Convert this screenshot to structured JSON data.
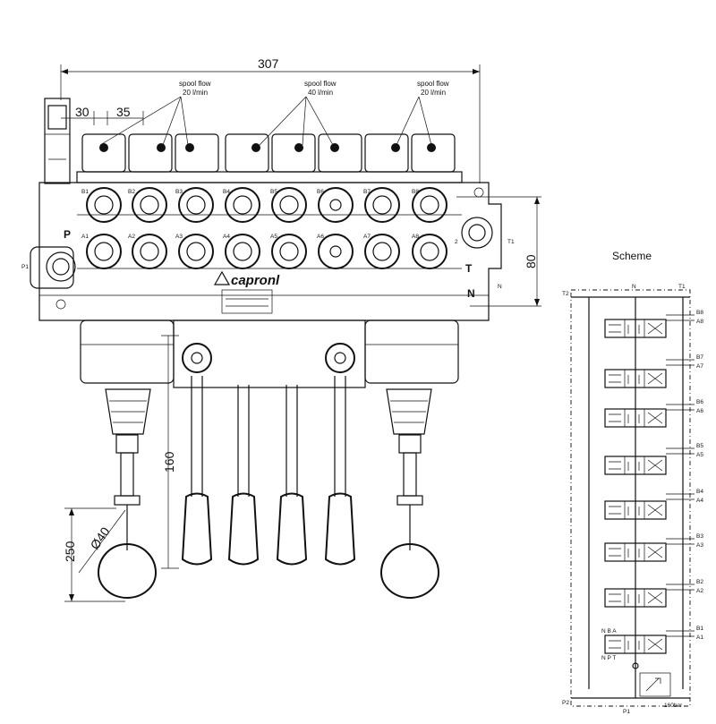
{
  "dims": {
    "overall_width": "307",
    "spool_pitch": "35",
    "offset": "30",
    "height": "80",
    "lever_height": "160",
    "knob_height": "250",
    "knob_diameter": "Ø40"
  },
  "spool_flow_notes": [
    {
      "line1": "spool flow",
      "line2": "20 l/min"
    },
    {
      "line1": "spool flow",
      "line2": "40 l/min"
    },
    {
      "line1": "spool flow",
      "line2": "20 l/min"
    }
  ],
  "port_labels_b": [
    "B1",
    "B2",
    "B3",
    "B4",
    "B5",
    "B6",
    "B7",
    "B8"
  ],
  "port_labels_a": [
    "A1",
    "A2",
    "A3",
    "A4",
    "A5",
    "A6",
    "A7",
    "A8"
  ],
  "body_labels": {
    "p": "P",
    "t": "T",
    "n": "N",
    "p1": "P1",
    "t1": "T1",
    "n_small": "N",
    "t_small": "2"
  },
  "brand": "capronl",
  "scheme": {
    "title": "Scheme",
    "top_left": "T2",
    "top_mid": "N",
    "top_right": "T1",
    "bottom_left": "P2",
    "bottom_mid": "P1",
    "relief": "160bar",
    "section_ports": [
      {
        "b": "B8",
        "a": "A8"
      },
      {
        "b": "B7",
        "a": "A7"
      },
      {
        "b": "B6",
        "a": "A6"
      },
      {
        "b": "B5",
        "a": "A5"
      },
      {
        "b": "B4",
        "a": "A4"
      },
      {
        "b": "B3",
        "a": "A3"
      },
      {
        "b": "B2",
        "a": "A2"
      },
      {
        "b": "B1",
        "a": "A1"
      }
    ],
    "sec1_top": "N B A",
    "sec1_bottom": "N P T"
  },
  "colors": {
    "ink": "#111111",
    "background": "#ffffff"
  }
}
